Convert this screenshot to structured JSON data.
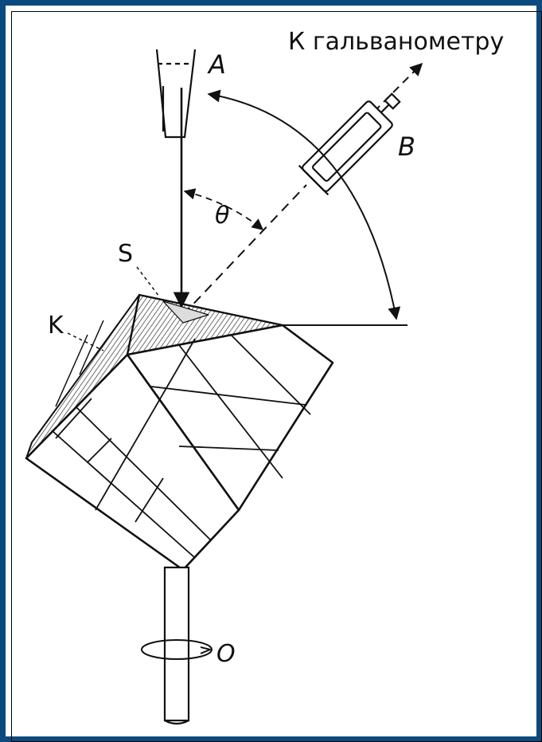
{
  "labels": {
    "galvanometer": "К гальванометру",
    "source": "A",
    "detector": "B",
    "angle": "θ",
    "surface": "S",
    "crystal": "K",
    "axis": "O"
  },
  "colors": {
    "frame": "#0b4a7f",
    "ink": "#111111",
    "background": "#ffffff"
  }
}
